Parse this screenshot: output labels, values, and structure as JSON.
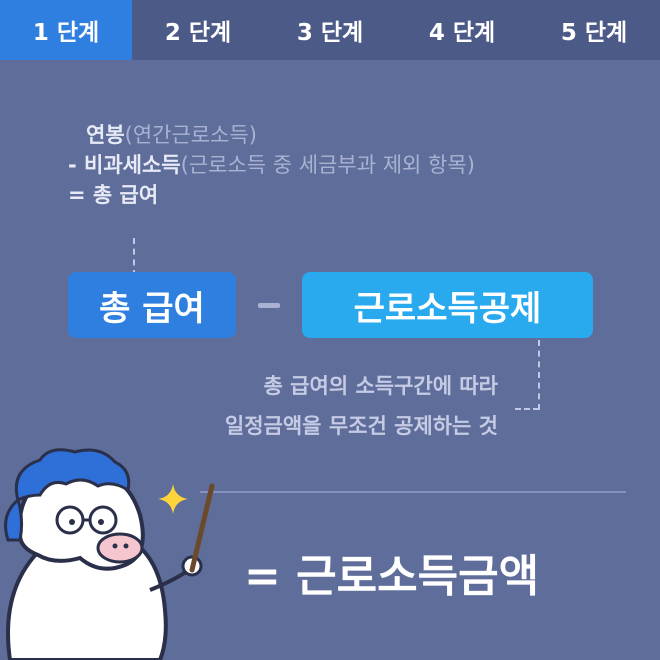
{
  "tabs": [
    {
      "label": "1 단계",
      "active": true
    },
    {
      "label": "2 단계",
      "active": false
    },
    {
      "label": "3 단계",
      "active": false
    },
    {
      "label": "4 단계",
      "active": false
    },
    {
      "label": "5 단계",
      "active": false
    }
  ],
  "formula": {
    "line1_bold": "연봉",
    "line1_rest": "(연간근로소득)",
    "line2_prefix": "- ",
    "line2_bold": "비과세소득",
    "line2_rest": "(근로소득 중 세금부과 제외 항목)",
    "line3": "= 총 급여"
  },
  "pill_left": "총 급여",
  "pill_right": "근로소득공제",
  "note": {
    "line1": "총 급여의 소득구간에 따라",
    "line2": "일정금액을 무조건 공제하는 것"
  },
  "result": "= 근로소득금액",
  "colors": {
    "background": "#5f6d9a",
    "tab_bar": "#4c5a88",
    "tab_active": "#2f7fe0",
    "pill_left": "#2f7fe0",
    "pill_right": "#29a9ee"
  }
}
